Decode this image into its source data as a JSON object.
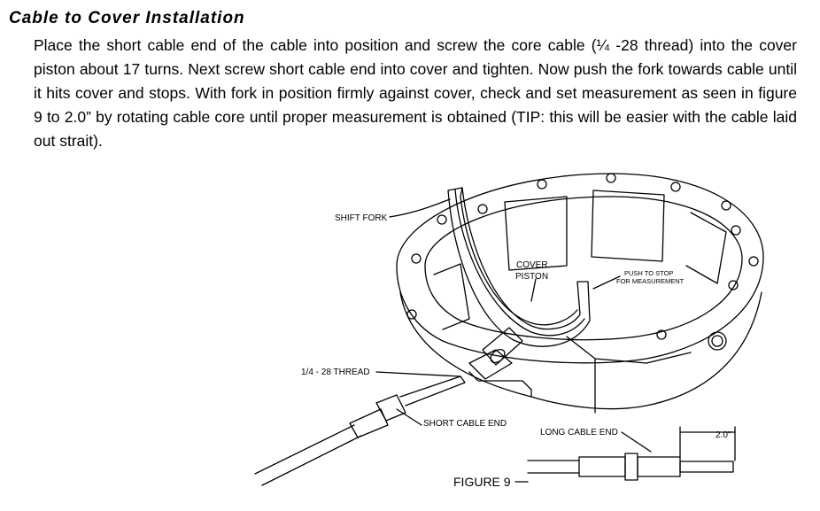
{
  "section": {
    "title": "Cable to Cover Installation",
    "body": "Place the short cable end of the cable into position and screw the core cable (¼ -28 thread) into the cover piston about 17 turns. Next screw short cable end into cover and tighten. Now push the fork towards cable until it hits cover and stops. With fork in position firmly against cover, check and set measurement as seen in figure 9 to 2.0” by rotating cable core until proper measurement is obtained (TIP: this will be easier with the cable laid out strait)."
  },
  "figure": {
    "caption": "FIGURE 9",
    "labels": {
      "shift_fork": "SHIFT FORK",
      "cover": "COVER",
      "piston": "PISTON",
      "push_to_stop_1": "PUSH TO STOP",
      "push_to_stop_2": "FOR MEASUREMENT",
      "thread": "1/4 - 28 THREAD",
      "short_cable_end": "SHORT CABLE END",
      "long_cable_end": "LONG CABLE END",
      "dimension": "2.0\""
    }
  }
}
